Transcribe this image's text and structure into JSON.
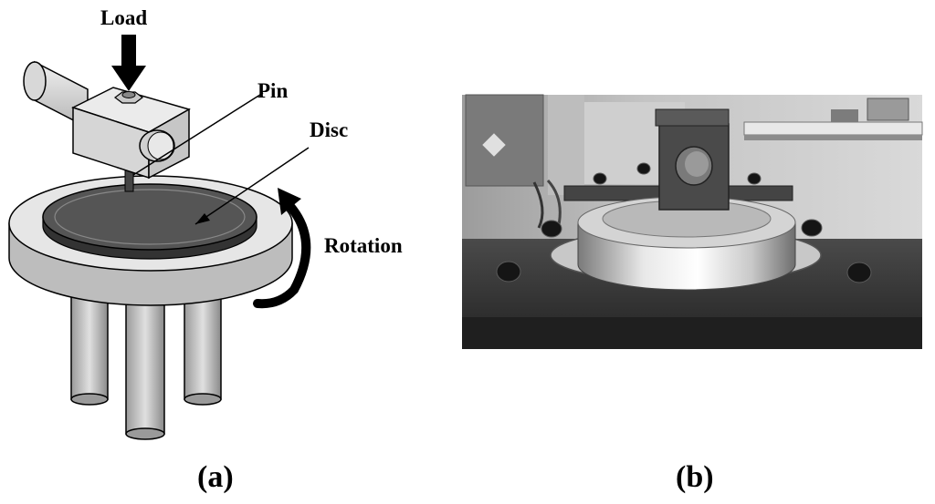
{
  "panel_a": {
    "caption": "(a)",
    "labels": {
      "load": "Load",
      "pin": "Pin",
      "disc": "Disc",
      "rotation": "Rotation"
    }
  },
  "panel_b": {
    "caption": "(b)"
  },
  "colors": {
    "outline": "#000000",
    "light_gray": "#e6e6e6",
    "mid_gray": "#bdbdbd",
    "disc_dark": "#555555",
    "photo_dark": "#3a3a3a"
  }
}
